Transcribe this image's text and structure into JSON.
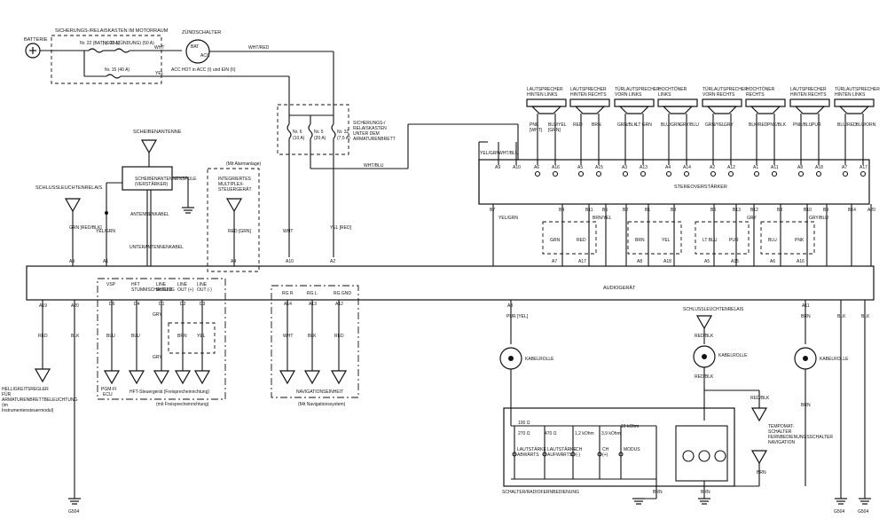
{
  "top": {
    "battery": "BATTERIE",
    "fusebox_engine": "SICHERUNGS-/RELAISKASTEN IM MOTORRAUM",
    "fuse22": "Nr. 22 (BAT) (100 A)",
    "fuse23": "Nr. 23 (ZÜNDUNG) (50 A)",
    "fuse15": "Nr. 15 (40 A)",
    "ignition": "ZÜNDSCHALTER",
    "bat": "BAT",
    "acc": "ACC",
    "acc_hot": "ACC HOT in ACC (I) und EIN (II)",
    "wire_wht": "WHT",
    "wire_wht_red": "WHT/RED",
    "wire_yel": "YEL"
  },
  "fusebox_dash": {
    "title_lines": [
      "SICHERUNGS-/",
      "RELAISKASTEN",
      "UNTER DEM",
      "ARMATURENBRETT"
    ],
    "fuses": [
      {
        "no": "Nr. 6",
        "rating": "(10 A)"
      },
      {
        "no": "Nr. 5",
        "rating": "(20 A)"
      },
      {
        "no": "Nr. 32",
        "rating": "(7,5 A)"
      }
    ],
    "wht_blu": "WHT/BLU"
  },
  "speakers": [
    {
      "lines": [
        "LAUTSPRECHER",
        "HINTEN LINKS"
      ],
      "w1": "PNK\n[WHT]",
      "w2": "BLU/YEL\n[GRN]"
    },
    {
      "lines": [
        "LAUTSPRECHER",
        "HINTEN RECHTS"
      ],
      "w1": "RED",
      "w2": "BRN"
    },
    {
      "lines": [
        "TÜRLAUTSPRECHER",
        "VORN LINKS"
      ],
      "w1": "GRN/BLK",
      "w2": "LT GRN"
    },
    {
      "lines": [
        "HOCHTÖNER",
        "LINKS"
      ],
      "w1": "BLU/GRN",
      "w2": "GRY/BLU"
    },
    {
      "lines": [
        "TÜRLAUTSPRECHER",
        "VORN RECHTS"
      ],
      "w1": "GRN/YEL",
      "w2": "GRY"
    },
    {
      "lines": [
        "HOCHTÖNER",
        "RECHTS"
      ],
      "w1": "BLK/RED",
      "w2": "PNK/BLK"
    },
    {
      "lines": [
        "LAUTSPRECHER",
        "HINTEN RECHTS"
      ],
      "w1": "PNK/BLU",
      "w2": "PUR"
    },
    {
      "lines": [
        "TÜRLAUTSPRECHER",
        "HINTEN LINKS"
      ],
      "w1": "BLU/RED",
      "w2": "BLU/ORN"
    }
  ],
  "amp": {
    "label": "STEREOVERSTÄRKER",
    "top_pins": [
      "A9",
      "A10",
      "A6",
      "A16",
      "A5",
      "A15",
      "A3",
      "A13",
      "A4",
      "A14",
      "A2",
      "A12",
      "A1",
      "A11",
      "A8",
      "A18",
      "A7",
      "A17"
    ],
    "yel_grn": "YEL/GRN",
    "wht_blu": "WHT/BLU",
    "bottom_pins": [
      "B7",
      "B4",
      "B11",
      "B5",
      "B2",
      "B1",
      "B8",
      "B6",
      "B13",
      "B12",
      "B3",
      "B10",
      "B9",
      "B14",
      "A20"
    ],
    "bottom_wires": [
      "YEL/GRN",
      "BRN/YEL",
      "GRY",
      "GRY/BLU"
    ],
    "pair_labels": [
      [
        "GRN",
        "RED"
      ],
      [
        "BRN",
        "YEL"
      ],
      [
        "LT BLU",
        "PUR"
      ],
      [
        "BLU",
        "PNK"
      ]
    ],
    "audio_pins_top": [
      "A7",
      "A17",
      "A8",
      "A18",
      "A5",
      "A15",
      "A6",
      "A16"
    ]
  },
  "audio": {
    "label": "AUDIOGERÄT",
    "pins_top": [
      "A9",
      "A1",
      "A4",
      "A10",
      "A2"
    ],
    "pins_bottom": [
      "A19",
      "A20",
      "A3",
      "A11"
    ],
    "top_wires": [
      "GRN\n[RED/BLK]",
      "YEL/GRN",
      "RED\n[GRN]",
      "WHT",
      "YEL\n[RED]"
    ],
    "bottom_wires": [
      "RED",
      "BLK",
      "PUR\n[YEL]",
      "BRN",
      "BLK",
      "BLK"
    ]
  },
  "left": {
    "tail_relay": "SCHLUSSLEUCHTENRELAIS",
    "antenna": "SCHEIBENANTENNE",
    "antenna_coil_1": "SCHEIBENANTENNENSPULE",
    "antenna_coil_2": "(VERSTÄRKER)",
    "antenna_cable": "ANTENNENKABEL",
    "sub_antenna_cable": "UNTERANTENNENKABEL",
    "alarm": "(Mit Alarmanlage)",
    "mux_lines": [
      "INTEGRIERTES",
      "MULTIPLEX-",
      "STEUERGERÄT"
    ],
    "dimmer_lines": [
      "HELLIGKEITSREGLER",
      "FÜR",
      "ARMATURENBRETTBELEUCHTUNG",
      "(im",
      "Instrumentensteuermodul)"
    ],
    "g504": "G504"
  },
  "hft": {
    "pins": [
      "VSP",
      "HFT\nSTUMMSCHALTUNG",
      "LINE\nSHIELD",
      "LINE\nOUT (+)",
      "LINE\nOUT (-)"
    ],
    "pin_nums": [
      "D6",
      "D4",
      "D1",
      "D2",
      "D3"
    ],
    "wires": [
      "BLU",
      "BLU",
      "GRY",
      "BRN",
      "YEL",
      "GRY"
    ],
    "pgm": "PGM-FI\nECU",
    "unit": "HFT-Steuergerät (Freisprecheinrichtung)",
    "note": "(mit Freisprecheinrichtung)"
  },
  "nav": {
    "pins": [
      "RG R",
      "RG L",
      "RG GND"
    ],
    "pin_nums": [
      "A14",
      "A13",
      "A12"
    ],
    "wires": [
      "WHT",
      "BLK",
      "RED"
    ],
    "unit": "NAVIGATIONSEINHEIT",
    "note": "(Mit Navigationssystem)"
  },
  "remote": {
    "cable_reel": "KABELROLLE",
    "tail_relay": "SCHLUSSLEUCHTENRELAIS",
    "red_blk": "RED/BLK",
    "cruise_lines": [
      "TEMPOMAT-",
      "SCHALTER",
      "FERNBEDIENUNGSSCHALTER",
      "NAVIGATION"
    ],
    "resistors": [
      "100 Ω",
      "270 Ω",
      "470 Ω",
      "1,2 kOhm",
      "3,9 kOhm",
      "10 kOhm"
    ],
    "switches": [
      "LAUTSTÄRKE\nABWÄRTS",
      "LAUTSTÄRKE\nAUFWÄRTS",
      "CH\n(-)",
      "CH\n(+)",
      "MODUS"
    ],
    "unit": "SCHALTER/RADIOFERNBEDIENUNG",
    "brn": "BRN",
    "g504": "G504"
  }
}
